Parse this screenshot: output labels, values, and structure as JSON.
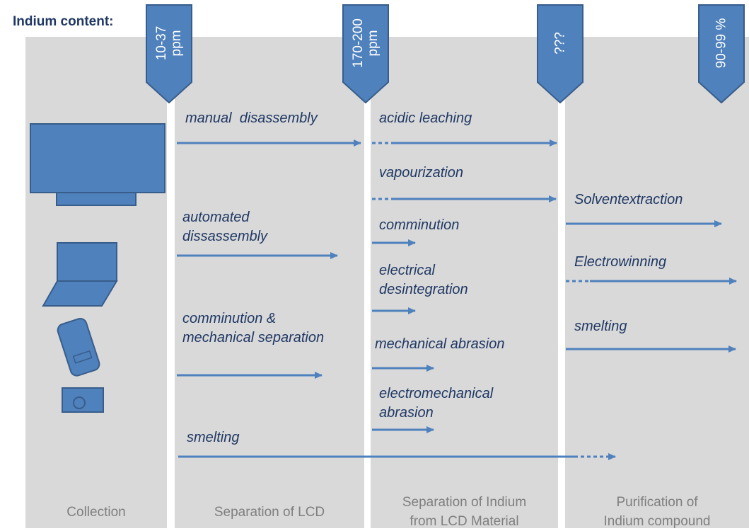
{
  "header": {
    "title": "Indium content:"
  },
  "indium_markers": [
    {
      "text": "10-37\nppm"
    },
    {
      "text": "170-200\nppm"
    },
    {
      "text": "???"
    },
    {
      "text": "90-99 %"
    }
  ],
  "stages": [
    {
      "label": "Collection"
    },
    {
      "label": "Separation of LCD"
    },
    {
      "label": "Separation of Indium\nfrom LCD Material"
    },
    {
      "label": "Purification of\nIndium compound"
    }
  ],
  "processes": {
    "manual_disassembly": "manual  disassembly",
    "automated_disassembly": "automated\ndissassembly",
    "comminution_mechanical_separation": "comminution &\nmechanical separation",
    "smelting_main": "smelting",
    "acidic_leaching": "acidic leaching",
    "vapourization": "vapourization",
    "comminution": "comminution",
    "electrical_desintegration": "electrical\ndesintegration",
    "mechanical_abrasion": "mechanical abrasion",
    "electromechanical_abrasion": "electromechanical\nabrasion",
    "solventextraction": "Solventextraction",
    "electrowinning": "Electrowinning",
    "smelting_purification": "smelting"
  },
  "devices": [
    {
      "icon": "tv-monitor-icon"
    },
    {
      "icon": "laptop-icon"
    },
    {
      "icon": "mobile-phone-icon"
    },
    {
      "icon": "camera-icon"
    }
  ],
  "colors": {
    "accent": "#4f81bd",
    "stroke": "#385d8a",
    "process_text": "#1f3864",
    "column_bg": "#d9d9d9",
    "stage_label": "#7f7f7f"
  }
}
